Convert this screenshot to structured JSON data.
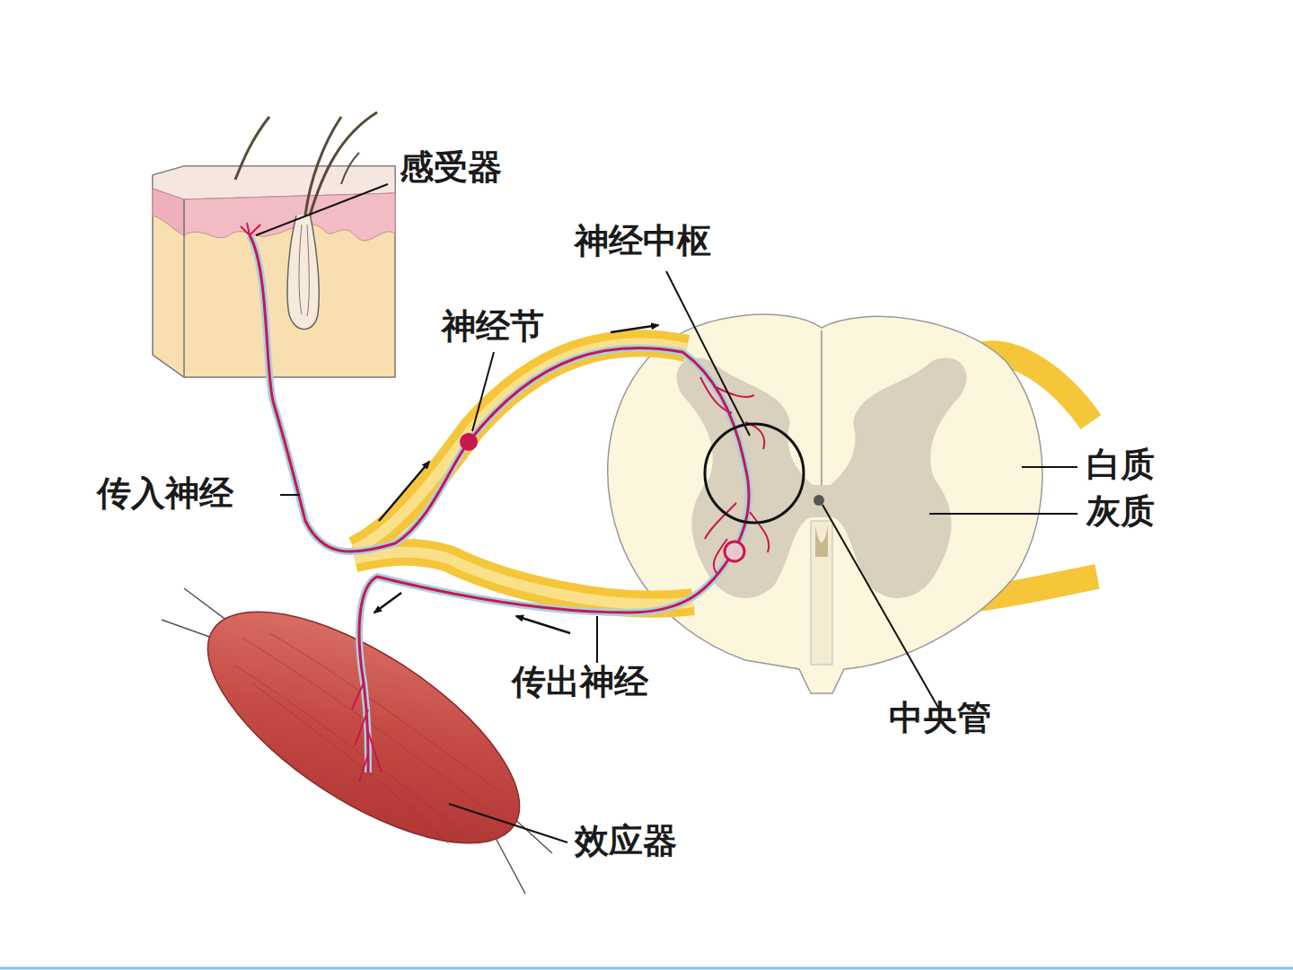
{
  "diagram": {
    "labels": [
      "感受器",
      "神经中枢",
      "神经节",
      "传入神经",
      "传出神经",
      "效应器",
      "白质",
      "灰质",
      "中央管"
    ]
  }
}
